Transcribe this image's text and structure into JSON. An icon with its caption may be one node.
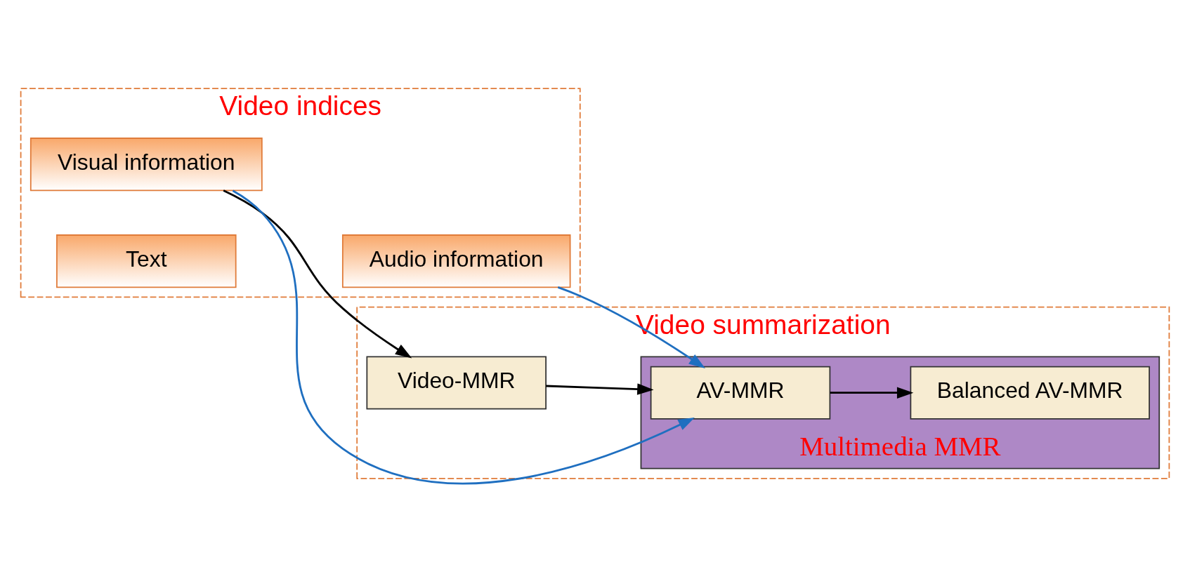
{
  "diagram": {
    "nodes": [
      {
        "text": [
          "Video indices"
        ]
      },
      {
        "text": [
          "Visual information"
        ],
        "in": 0
      },
      {
        "text": [
          "Audio information"
        ],
        "in": 0
      },
      {
        "text": [
          "Text"
        ],
        "in": 0
      },
      {
        "text": [
          "Video summarization"
        ]
      },
      {
        "text": [
          "Video-MMR"
        ],
        "in": 4
      },
      {
        "text": [
          "Multimedia MMR"
        ],
        "in": 4
      },
      {
        "text": [
          "AV-MMR"
        ],
        "in": 6
      },
      {
        "text": [
          "Balanced AV-MMR"
        ],
        "in": 6
      }
    ],
    "edges": [
      {
        "from": 1,
        "to": 5,
        "arrow": "to"
      },
      {
        "from": 1,
        "to": 7,
        "arrow": "to",
        "color": "#1f6fc0"
      },
      {
        "from": 2,
        "to": 7,
        "arrow": "to",
        "color": "#1f6fc0"
      },
      {
        "from": 5,
        "to": 7,
        "arrow": "to"
      },
      {
        "from": 7,
        "to": 8,
        "arrow": "to"
      }
    ]
  }
}
